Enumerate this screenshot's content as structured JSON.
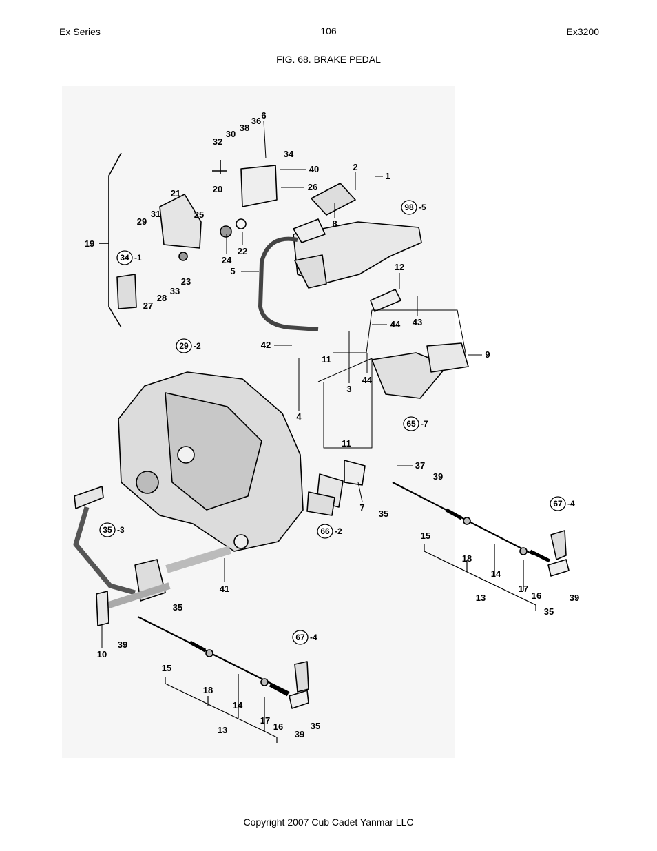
{
  "header": {
    "left": "Ex Series",
    "center": "106",
    "right": "Ex3200"
  },
  "figure_title": "FIG. 68. BRAKE PEDAL",
  "footer": "Copyright 2007 Cub Cadet Yanmar LLC",
  "callouts": [
    "1",
    "2",
    "3",
    "4",
    "5",
    "6",
    "7",
    "8",
    "9",
    "10",
    "11",
    "12",
    "13",
    "14",
    "15",
    "16",
    "17",
    "18",
    "19",
    "20",
    "21",
    "22",
    "23",
    "24",
    "25",
    "26",
    "27",
    "28",
    "29",
    "30",
    "31",
    "32",
    "33",
    "34",
    "35",
    "36",
    "37",
    "38",
    "39",
    "40",
    "41",
    "42",
    "43",
    "44"
  ],
  "circled_refs": [
    {
      "ref": "98",
      "suffix": "-5"
    },
    {
      "ref": "34",
      "suffix": "-1"
    },
    {
      "ref": "29",
      "suffix": "-2"
    },
    {
      "ref": "65",
      "suffix": "-7"
    },
    {
      "ref": "66",
      "suffix": "-2"
    },
    {
      "ref": "67",
      "suffix": "-4"
    },
    {
      "ref": "35",
      "suffix": "-3"
    }
  ]
}
